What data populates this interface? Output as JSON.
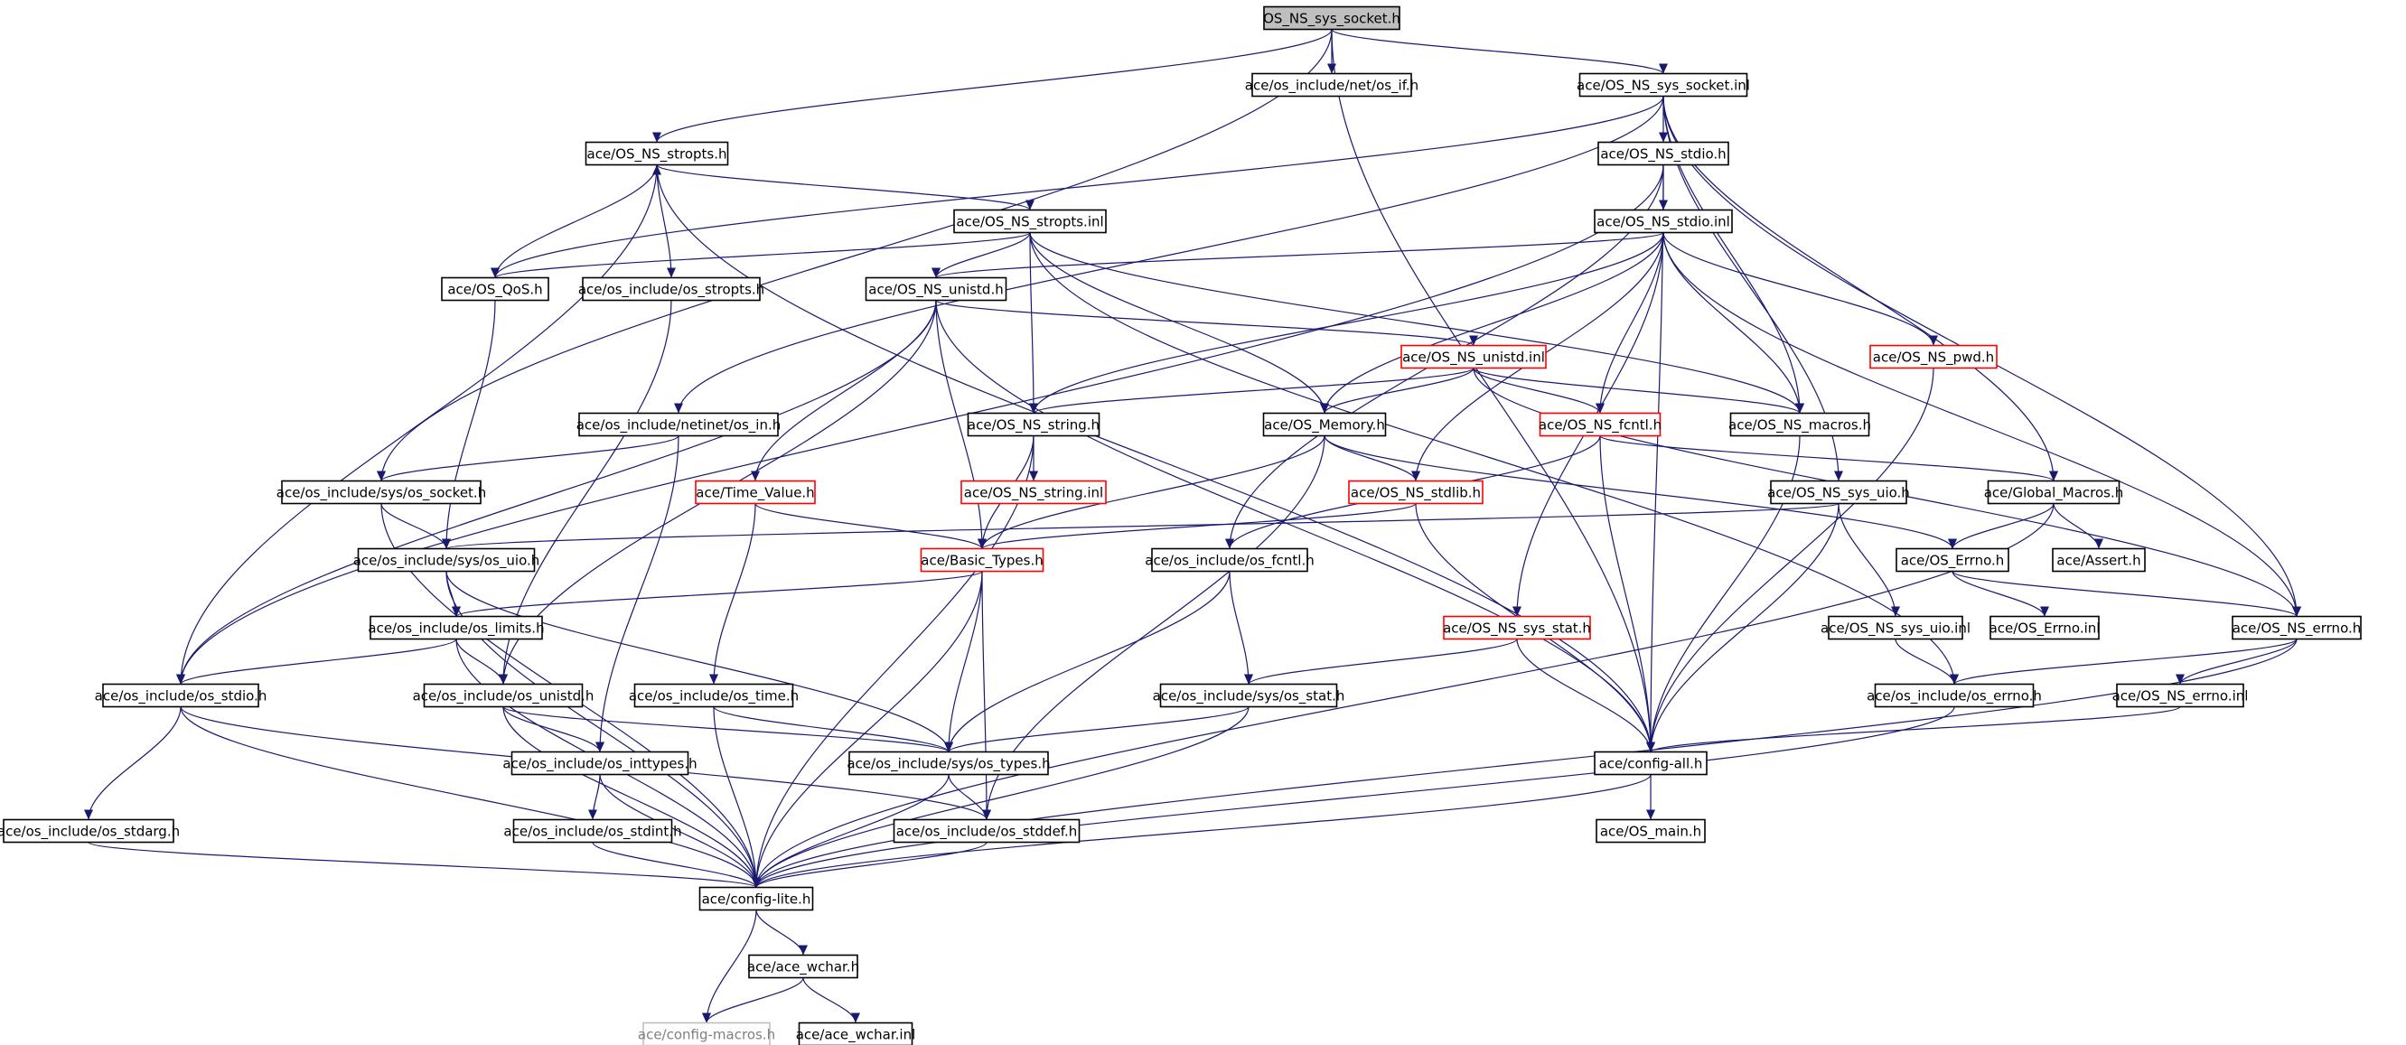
{
  "graph": {
    "colors": {
      "edge": "#191970",
      "node_border": "#000000",
      "incomplete_border": "#ff0000",
      "missing_border": "#bfbfbf",
      "root_fill": "#bfbfbf",
      "background": "#ffffff"
    },
    "nodes": [
      {
        "id": "n0",
        "label": "OS_NS_sys_socket.h",
        "style": "root"
      },
      {
        "id": "n1",
        "label": "ace/os_include/net/os_if.h",
        "style": "normal"
      },
      {
        "id": "n2",
        "label": "ace/OS_NS_sys_socket.inl",
        "style": "normal"
      },
      {
        "id": "n3",
        "label": "ace/OS_NS_stropts.h",
        "style": "normal"
      },
      {
        "id": "n4",
        "label": "ace/OS_NS_stdio.h",
        "style": "normal"
      },
      {
        "id": "n5",
        "label": "ace/OS_NS_stropts.inl",
        "style": "normal"
      },
      {
        "id": "n6",
        "label": "ace/OS_NS_stdio.inl",
        "style": "normal"
      },
      {
        "id": "n7",
        "label": "ace/OS_QoS.h",
        "style": "normal"
      },
      {
        "id": "n8",
        "label": "ace/os_include/os_stropts.h",
        "style": "normal"
      },
      {
        "id": "n9",
        "label": "ace/OS_NS_unistd.h",
        "style": "normal"
      },
      {
        "id": "n10",
        "label": "ace/OS_NS_pwd.h",
        "style": "red"
      },
      {
        "id": "n11",
        "label": "ace/OS_NS_unistd.inl",
        "style": "red"
      },
      {
        "id": "n12",
        "label": "ace/os_include/netinet/os_in.h",
        "style": "normal"
      },
      {
        "id": "n13",
        "label": "ace/OS_NS_string.h",
        "style": "normal"
      },
      {
        "id": "n14",
        "label": "ace/OS_Memory.h",
        "style": "normal"
      },
      {
        "id": "n15",
        "label": "ace/OS_NS_fcntl.h",
        "style": "red"
      },
      {
        "id": "n16",
        "label": "ace/OS_NS_macros.h",
        "style": "normal"
      },
      {
        "id": "n17",
        "label": "ace/os_include/sys/os_socket.h",
        "style": "normal"
      },
      {
        "id": "n18",
        "label": "ace/Time_Value.h",
        "style": "red"
      },
      {
        "id": "n19",
        "label": "ace/OS_NS_string.inl",
        "style": "red"
      },
      {
        "id": "n20",
        "label": "ace/OS_NS_stdlib.h",
        "style": "red"
      },
      {
        "id": "n21",
        "label": "ace/OS_NS_sys_uio.h",
        "style": "normal"
      },
      {
        "id": "n22",
        "label": "ace/Global_Macros.h",
        "style": "normal"
      },
      {
        "id": "n23",
        "label": "ace/os_include/sys/os_uio.h",
        "style": "normal"
      },
      {
        "id": "n24",
        "label": "ace/Basic_Types.h",
        "style": "red"
      },
      {
        "id": "n25",
        "label": "ace/os_include/os_fcntl.h",
        "style": "normal"
      },
      {
        "id": "n26",
        "label": "ace/OS_Errno.h",
        "style": "normal"
      },
      {
        "id": "n27",
        "label": "ace/Assert.h",
        "style": "normal"
      },
      {
        "id": "n28",
        "label": "ace/os_include/os_limits.h",
        "style": "normal"
      },
      {
        "id": "n29",
        "label": "ace/OS_NS_sys_stat.h",
        "style": "red"
      },
      {
        "id": "n30",
        "label": "ace/OS_NS_sys_uio.inl",
        "style": "normal"
      },
      {
        "id": "n31",
        "label": "ace/OS_Errno.inl",
        "style": "normal"
      },
      {
        "id": "n32",
        "label": "ace/OS_NS_errno.h",
        "style": "normal"
      },
      {
        "id": "n33",
        "label": "ace/os_include/os_stdio.h",
        "style": "normal"
      },
      {
        "id": "n34",
        "label": "ace/os_include/os_unistd.h",
        "style": "normal"
      },
      {
        "id": "n35",
        "label": "ace/os_include/os_time.h",
        "style": "normal"
      },
      {
        "id": "n36",
        "label": "ace/os_include/sys/os_stat.h",
        "style": "normal"
      },
      {
        "id": "n37",
        "label": "ace/os_include/os_errno.h",
        "style": "normal"
      },
      {
        "id": "n38",
        "label": "ace/OS_NS_errno.inl",
        "style": "normal"
      },
      {
        "id": "n39",
        "label": "ace/os_include/os_inttypes.h",
        "style": "normal"
      },
      {
        "id": "n40",
        "label": "ace/os_include/sys/os_types.h",
        "style": "normal"
      },
      {
        "id": "n41",
        "label": "ace/config-all.h",
        "style": "normal"
      },
      {
        "id": "n42",
        "label": "ace/os_include/os_stdarg.h",
        "style": "normal"
      },
      {
        "id": "n43",
        "label": "ace/os_include/os_stdint.h",
        "style": "normal"
      },
      {
        "id": "n44",
        "label": "ace/os_include/os_stddef.h",
        "style": "normal"
      },
      {
        "id": "n45",
        "label": "ace/OS_main.h",
        "style": "normal"
      },
      {
        "id": "n46",
        "label": "ace/config-lite.h",
        "style": "normal"
      },
      {
        "id": "n47",
        "label": "ace/ace_wchar.h",
        "style": "normal"
      },
      {
        "id": "n48",
        "label": "ace/config-macros.h",
        "style": "gray"
      },
      {
        "id": "n49",
        "label": "ace/ace_wchar.inl",
        "style": "normal"
      }
    ],
    "edges": [
      {
        "from": "n0",
        "to": "n1"
      },
      {
        "from": "n0",
        "to": "n2"
      },
      {
        "from": "n0",
        "to": "n3"
      },
      {
        "from": "n0",
        "to": "n17"
      },
      {
        "from": "n0",
        "to": "n41"
      },
      {
        "from": "n2",
        "to": "n4"
      },
      {
        "from": "n2",
        "to": "n7"
      },
      {
        "from": "n2",
        "to": "n12"
      },
      {
        "from": "n2",
        "to": "n16"
      },
      {
        "from": "n2",
        "to": "n21"
      },
      {
        "from": "n2",
        "to": "n22"
      },
      {
        "from": "n2",
        "to": "n32"
      },
      {
        "from": "n3",
        "to": "n5"
      },
      {
        "from": "n3",
        "to": "n8"
      },
      {
        "from": "n3",
        "to": "n33"
      },
      {
        "from": "n3",
        "to": "n41"
      },
      {
        "from": "n4",
        "to": "n6"
      },
      {
        "from": "n4",
        "to": "n25"
      },
      {
        "from": "n4",
        "to": "n33"
      },
      {
        "from": "n4",
        "to": "n41"
      },
      {
        "from": "n5",
        "to": "n7"
      },
      {
        "from": "n5",
        "to": "n9"
      },
      {
        "from": "n5",
        "to": "n13"
      },
      {
        "from": "n5",
        "to": "n14"
      },
      {
        "from": "n5",
        "to": "n16"
      },
      {
        "from": "n5",
        "to": "n37"
      },
      {
        "from": "n6",
        "to": "n9"
      },
      {
        "from": "n6",
        "to": "n10"
      },
      {
        "from": "n6",
        "to": "n13"
      },
      {
        "from": "n6",
        "to": "n14"
      },
      {
        "from": "n6",
        "to": "n15"
      },
      {
        "from": "n6",
        "to": "n16"
      },
      {
        "from": "n6",
        "to": "n20"
      },
      {
        "from": "n6",
        "to": "n29"
      },
      {
        "from": "n6",
        "to": "n32"
      },
      {
        "from": "n7",
        "to": "n3"
      },
      {
        "from": "n7",
        "to": "n23"
      },
      {
        "from": "n8",
        "to": "n34"
      },
      {
        "from": "n9",
        "to": "n11"
      },
      {
        "from": "n9",
        "to": "n18"
      },
      {
        "from": "n9",
        "to": "n24"
      },
      {
        "from": "n9",
        "to": "n33"
      },
      {
        "from": "n9",
        "to": "n34"
      },
      {
        "from": "n9",
        "to": "n41"
      },
      {
        "from": "n10",
        "to": "n41"
      },
      {
        "from": "n11",
        "to": "n13"
      },
      {
        "from": "n11",
        "to": "n14"
      },
      {
        "from": "n11",
        "to": "n15"
      },
      {
        "from": "n11",
        "to": "n16"
      },
      {
        "from": "n11",
        "to": "n32"
      },
      {
        "from": "n12",
        "to": "n17"
      },
      {
        "from": "n12",
        "to": "n39"
      },
      {
        "from": "n13",
        "to": "n19"
      },
      {
        "from": "n13",
        "to": "n24"
      },
      {
        "from": "n13",
        "to": "n46"
      },
      {
        "from": "n14",
        "to": "n20"
      },
      {
        "from": "n14",
        "to": "n24"
      },
      {
        "from": "n14",
        "to": "n26"
      },
      {
        "from": "n14",
        "to": "n44"
      },
      {
        "from": "n15",
        "to": "n22"
      },
      {
        "from": "n15",
        "to": "n25"
      },
      {
        "from": "n15",
        "to": "n41"
      },
      {
        "from": "n16",
        "to": "n41"
      },
      {
        "from": "n17",
        "to": "n23"
      },
      {
        "from": "n17",
        "to": "n46"
      },
      {
        "from": "n18",
        "to": "n24"
      },
      {
        "from": "n18",
        "to": "n35"
      },
      {
        "from": "n20",
        "to": "n24"
      },
      {
        "from": "n20",
        "to": "n41"
      },
      {
        "from": "n21",
        "to": "n23"
      },
      {
        "from": "n21",
        "to": "n30"
      },
      {
        "from": "n21",
        "to": "n41"
      },
      {
        "from": "n22",
        "to": "n26"
      },
      {
        "from": "n22",
        "to": "n27"
      },
      {
        "from": "n22",
        "to": "n46"
      },
      {
        "from": "n23",
        "to": "n28"
      },
      {
        "from": "n23",
        "to": "n40"
      },
      {
        "from": "n23",
        "to": "n46"
      },
      {
        "from": "n24",
        "to": "n28"
      },
      {
        "from": "n24",
        "to": "n40"
      },
      {
        "from": "n24",
        "to": "n44"
      },
      {
        "from": "n24",
        "to": "n46"
      },
      {
        "from": "n25",
        "to": "n36"
      },
      {
        "from": "n25",
        "to": "n40"
      },
      {
        "from": "n26",
        "to": "n31"
      },
      {
        "from": "n26",
        "to": "n32"
      },
      {
        "from": "n28",
        "to": "n33"
      },
      {
        "from": "n28",
        "to": "n34"
      },
      {
        "from": "n28",
        "to": "n46"
      },
      {
        "from": "n29",
        "to": "n36"
      },
      {
        "from": "n29",
        "to": "n41"
      },
      {
        "from": "n30",
        "to": "n37"
      },
      {
        "from": "n32",
        "to": "n37"
      },
      {
        "from": "n32",
        "to": "n38"
      },
      {
        "from": "n32",
        "to": "n46"
      },
      {
        "from": "n33",
        "to": "n42"
      },
      {
        "from": "n33",
        "to": "n44"
      },
      {
        "from": "n33",
        "to": "n46"
      },
      {
        "from": "n34",
        "to": "n39"
      },
      {
        "from": "n34",
        "to": "n40"
      },
      {
        "from": "n34",
        "to": "n46"
      },
      {
        "from": "n35",
        "to": "n40"
      },
      {
        "from": "n35",
        "to": "n46"
      },
      {
        "from": "n36",
        "to": "n40"
      },
      {
        "from": "n36",
        "to": "n46"
      },
      {
        "from": "n37",
        "to": "n46"
      },
      {
        "from": "n38",
        "to": "n41"
      },
      {
        "from": "n39",
        "to": "n43"
      },
      {
        "from": "n39",
        "to": "n46"
      },
      {
        "from": "n40",
        "to": "n44"
      },
      {
        "from": "n40",
        "to": "n46"
      },
      {
        "from": "n41",
        "to": "n45"
      },
      {
        "from": "n41",
        "to": "n46"
      },
      {
        "from": "n42",
        "to": "n46"
      },
      {
        "from": "n43",
        "to": "n46"
      },
      {
        "from": "n44",
        "to": "n46"
      },
      {
        "from": "n46",
        "to": "n47"
      },
      {
        "from": "n46",
        "to": "n48"
      },
      {
        "from": "n47",
        "to": "n48"
      },
      {
        "from": "n47",
        "to": "n49"
      }
    ]
  }
}
